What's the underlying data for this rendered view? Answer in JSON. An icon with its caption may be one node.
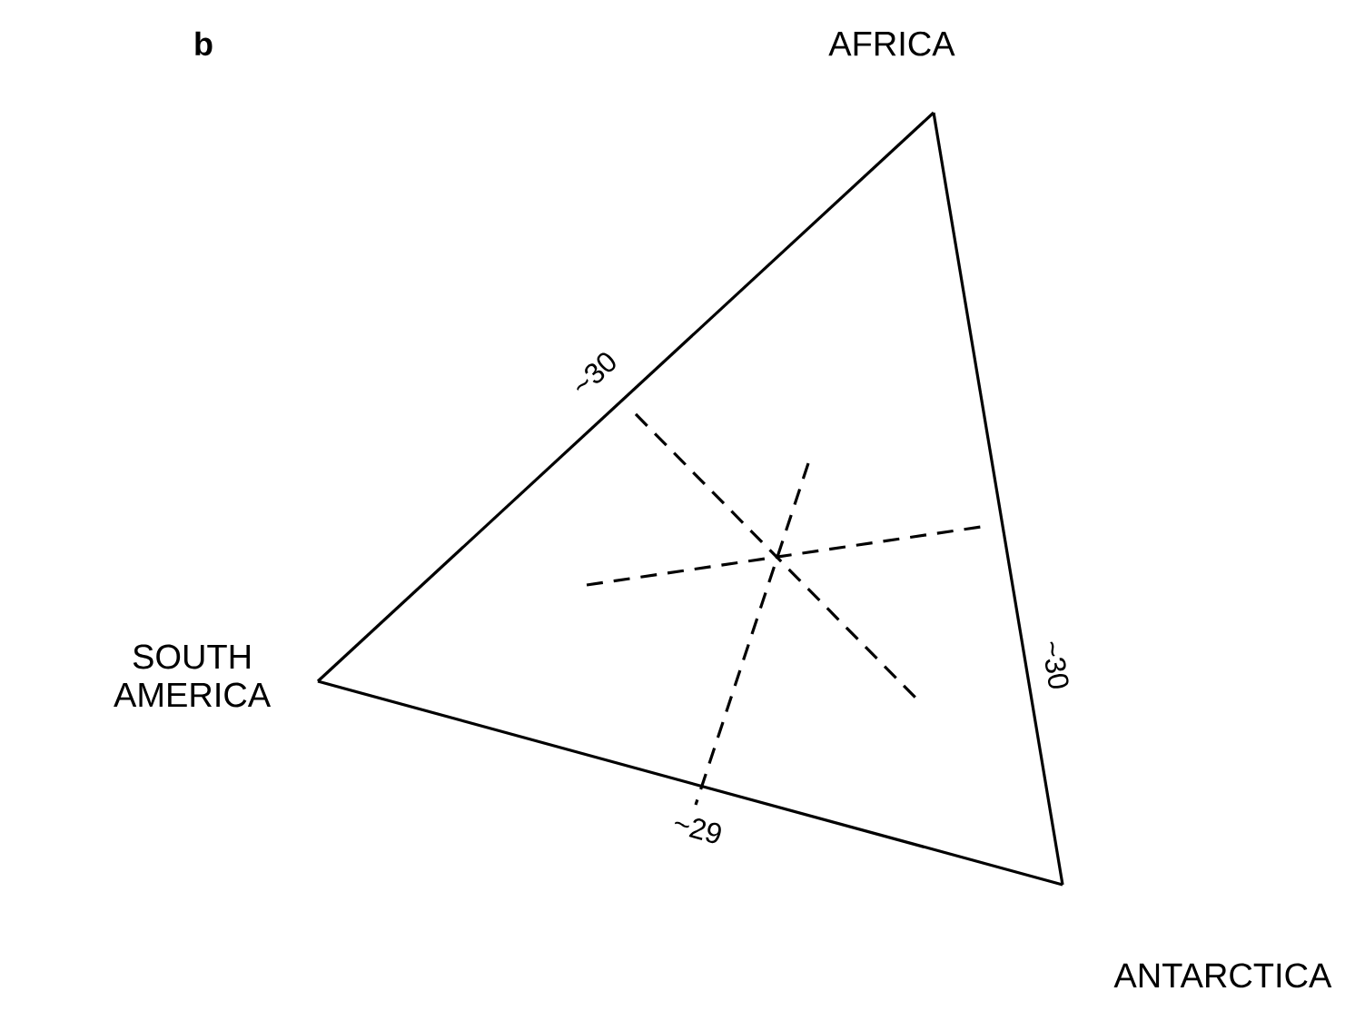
{
  "diagram": {
    "nodes": [
      {
        "text": [
          "AFRICA"
        ]
      },
      {
        "text": [
          "SOUTH AMERICA"
        ]
      },
      {
        "text": [
          "ANTARCTICA"
        ]
      }
    ],
    "edges": [
      {
        "from": 0,
        "to": 1,
        "arrow": "none",
        "label": "~30"
      },
      {
        "from": 0,
        "to": 2,
        "arrow": "none",
        "label": "~30"
      },
      {
        "from": 1,
        "to": 2,
        "arrow": "none",
        "label": "~29"
      }
    ],
    "labels": [
      "b"
    ]
  }
}
